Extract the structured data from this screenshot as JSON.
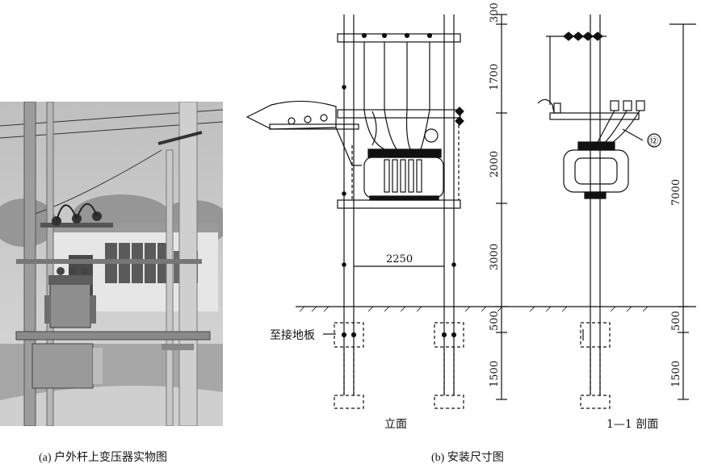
{
  "captions": {
    "photo": "(a) 户外杆上变压器实物图",
    "drawing": "(b) 安装尺寸图"
  },
  "drawing": {
    "front_view_label": "立面",
    "section_view_label": "1—1 剖面",
    "ground_plate_label": "至接地板",
    "span_label": "2250",
    "part_number": "⑫",
    "front_dims": [
      "300",
      "1700",
      "2000",
      "3000",
      "500",
      "1500"
    ],
    "section_dims": [
      "7000",
      "500",
      "1500"
    ]
  }
}
